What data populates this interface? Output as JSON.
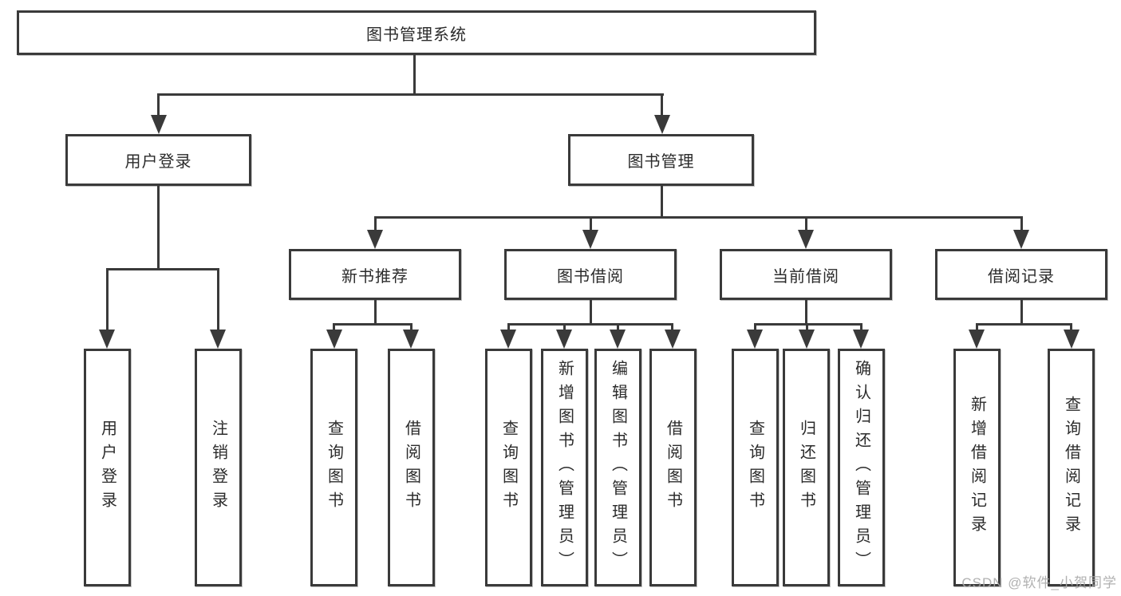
{
  "diagram": {
    "root": {
      "label": "图书管理系统"
    },
    "level2": [
      {
        "label": "用户登录"
      },
      {
        "label": "图书管理"
      }
    ],
    "level3": [
      {
        "label": "新书推荐"
      },
      {
        "label": "图书借阅"
      },
      {
        "label": "当前借阅"
      },
      {
        "label": "借阅记录"
      }
    ],
    "leaves": {
      "user_login": [
        "用户登录",
        "注销登录"
      ],
      "new_books": [
        "查询图书",
        "借阅图书"
      ],
      "book_borrow": [
        "查询图书",
        "新增图书（管理员）",
        "编辑图书（管理员）",
        "借阅图书"
      ],
      "current_borrow": [
        "查询图书",
        "归还图书",
        "确认归还（管理员）"
      ],
      "borrow_records": [
        "新增借阅记录",
        "查询借阅记录"
      ]
    }
  },
  "watermark": {
    "text": "CSDN @软件_小贺同学"
  },
  "colors": {
    "line": "#3a3a3a",
    "box_border": "#3a3a3a",
    "text": "#2b2b2b",
    "watermark": "#a8a8a8",
    "background": "#ffffff"
  }
}
